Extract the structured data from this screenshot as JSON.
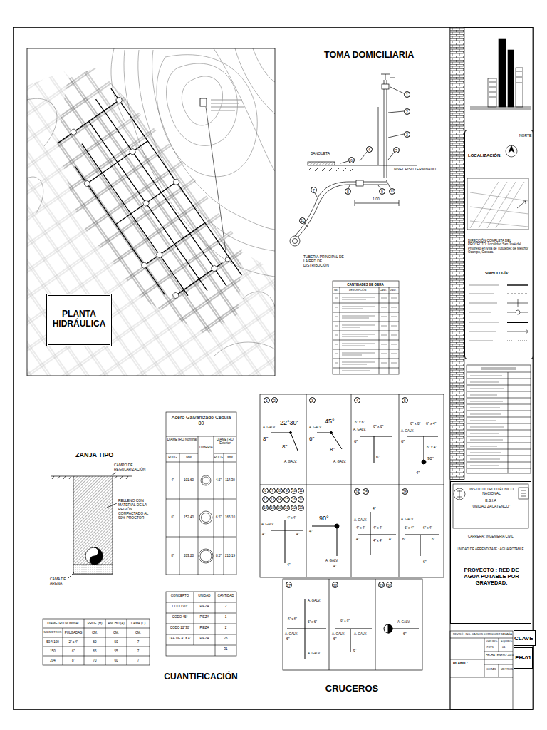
{
  "diagram": {
    "nodes": [
      {
        "text": [
          "PLANTA HIDRÁULICA"
        ]
      },
      {
        "text": [
          "LOCALIZACIÓN:",
          "NORTE",
          "DIRECCIÓN COMPLETA DEL PROYECTO: Localidad San José del Progreso en Villa de Tututepec de Melchor Ocampo, Oaxaca.",
          "SIMBOLOGÍA:"
        ]
      },
      {
        "text": [
          "INSTITUTO POLITÉCNICO NACIONAL",
          "E.S.I.A",
          "\"UNIDAD ZACATENCO\"",
          "CARRERA : INGENIERIA CIVIL",
          "UNIDAD DE APRENDIZAJE : AGUA POTABLE.",
          "PROYECTO : RED DE AGUA POTABLE POR GRAVEDAD."
        ]
      },
      {
        "text": [
          "CLAVE"
        ]
      },
      {
        "text": [
          "PH-01"
        ]
      }
    ],
    "labels": [
      "TOMA DOMICILIARIA",
      "BANQUETA",
      "NIVEL PISO TERMINADO",
      "TUBERÍA PRINCIPAL DE LA RED DE DISTRIBUCIÓN",
      "1.00",
      "1",
      "2",
      "3",
      "4",
      "5",
      "6",
      "7",
      "8",
      "9",
      "10",
      "11",
      "CANTIDADES DE OBRA",
      "No.",
      "DESCRIPCIÓN",
      "CANT.",
      "UNID.",
      "ZANJA TIPO",
      "CAMPO DE REGULARIZACIÓN",
      "RELLENO CON MATERIAL DE LA REGIÓN COMPACTADO AL 90% PROCTOR",
      "CAMA DE ARENA",
      "DIAMETRO NOMINAL",
      "PROF. (H)",
      "ANCHO (A)",
      "CAMA (C)",
      "MILIMETROS",
      "PULGADAS",
      "CM.",
      "CM.",
      "CM.",
      "50 A 100",
      "2\" a 4\"",
      "60",
      "50",
      "7",
      "150",
      "6\"",
      "65",
      "55",
      "7",
      "204",
      "8\"",
      "70",
      "60",
      "7",
      "Acero Galvanizado Cedula 80",
      "DIAMETRO Nominal",
      "TUBERIA",
      "DIAMETRO Exterior",
      "PULG",
      "MM",
      "PULG",
      "MM",
      "4\"",
      "101.60",
      "4.5\"",
      "114.30",
      "6\"",
      "152.40",
      "6.5\"",
      "165.10",
      "8\"",
      "203.20",
      "8.5\"",
      "215.19",
      "CONCEPTO",
      "UNIDAD",
      "CANTIDAD",
      "CODO 90°",
      "PIEZA",
      "2",
      "CODO 45°",
      "PIEZA",
      "1",
      "CODO 22°30'",
      "PIEZA",
      "2",
      "TEE DE 4\" X 4\"",
      "PIEZA",
      "26",
      "31",
      "CUANTIFICACIÓN",
      "CRUCEROS",
      "1",
      "2",
      "22°30'",
      "A. GALV.",
      "8\"",
      "8\"",
      "A. GALV.",
      "3",
      "45°",
      "A. GALV.",
      "6\"",
      "8\"",
      "A. GALV.",
      "4",
      "6\" x 6\"",
      "6\" x 6\"",
      "A. GALV.",
      "6\"",
      "6\"",
      "5",
      "6\" x 6\"",
      "6\" x 4\"",
      "A. GALV.",
      "6\"",
      "6\" x 4\"",
      "90°",
      "4\"",
      "6",
      "7",
      "8",
      "9",
      "10",
      "11",
      "12",
      "13",
      "14",
      "15",
      "16",
      "17",
      "18",
      "19",
      "20",
      "21",
      "22",
      "23",
      "4\" x 4\"",
      "A. GALV.",
      "4\"",
      "4\"",
      "4\"",
      "90°",
      "4\"",
      "A. GALV.",
      "4\"",
      "24",
      "25",
      "4\"",
      "4\" x 4\"",
      "4\" x 4\"",
      "A. GALV.",
      "4\"",
      "4\" x 4\"",
      "4\"",
      "26",
      "6\" x 4\"",
      "6\" x 4\"",
      "A. GALV.",
      "6\"",
      "6\"",
      "6\"",
      "27",
      "A. GALV.",
      "6\" x 6\"",
      "A. GALV.",
      "6\"",
      "6\" x 6\"",
      "A. GALV.",
      "28",
      "6\" x 6\"",
      "A. GALV.",
      "6\"",
      "A. GALV.",
      "6\"",
      "29",
      "30",
      "A. GALV.",
      "6\"",
      "REVISÓ : ING. CARLOS DOMÍNGUEZ ZAMAÑA",
      "GRUPO:",
      "7CV1",
      "EQUIPO:",
      "01",
      "FECHA : ENERO 2024",
      "COTAS",
      "METROS",
      "PLANO :"
    ]
  }
}
